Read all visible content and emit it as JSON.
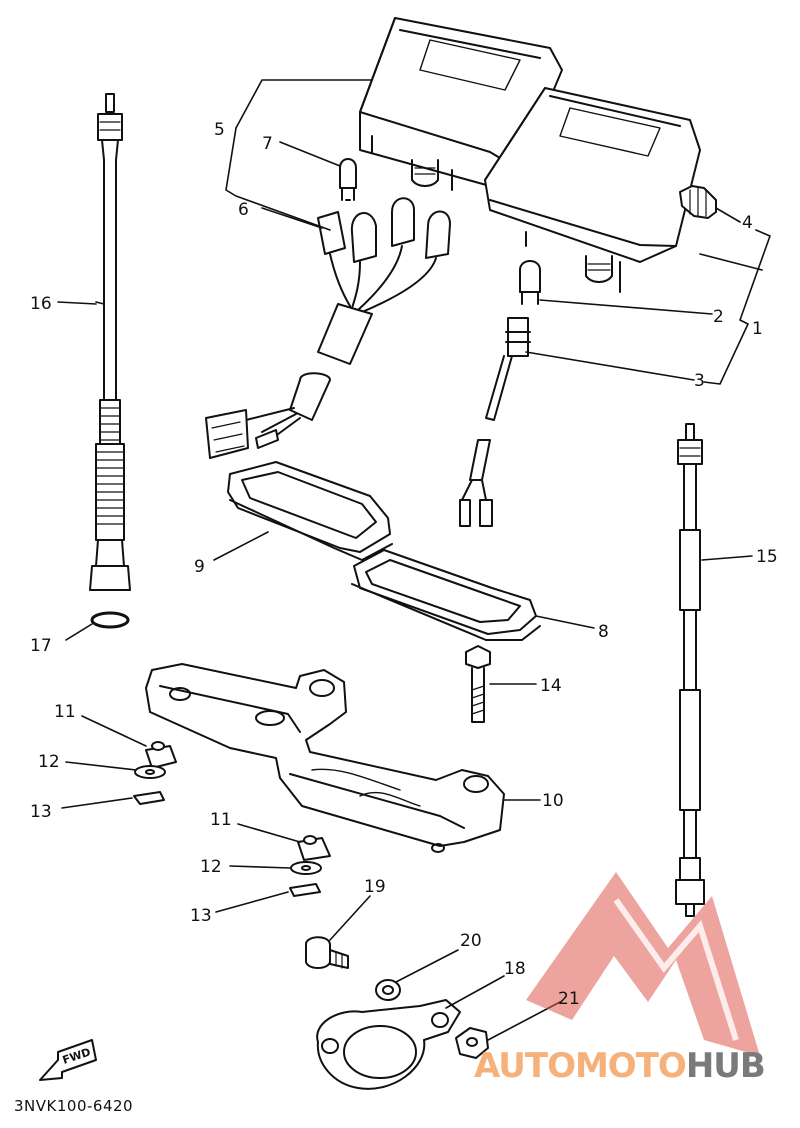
{
  "diagram_code": "3NVK100-6420",
  "fwd_label": "FWD",
  "watermark": {
    "part1": "AUTOMOTO",
    "part2": "HUB",
    "color_main": "#f6b07a",
    "color_dark": "#7a7a7a",
    "logo_color": "#e05a4f"
  },
  "labels": {
    "p1": "1",
    "p2": "2",
    "p3": "3",
    "p4": "4",
    "p5": "5",
    "p6": "6",
    "p7": "7",
    "p8": "8",
    "p9": "9",
    "p10": "10",
    "p11a": "11",
    "p11b": "11",
    "p12a": "12",
    "p12b": "12",
    "p13a": "13",
    "p13b": "13",
    "p14": "14",
    "p15": "15",
    "p16": "16",
    "p17": "17",
    "p18": "18",
    "p19": "19",
    "p20": "20",
    "p21": "21"
  }
}
